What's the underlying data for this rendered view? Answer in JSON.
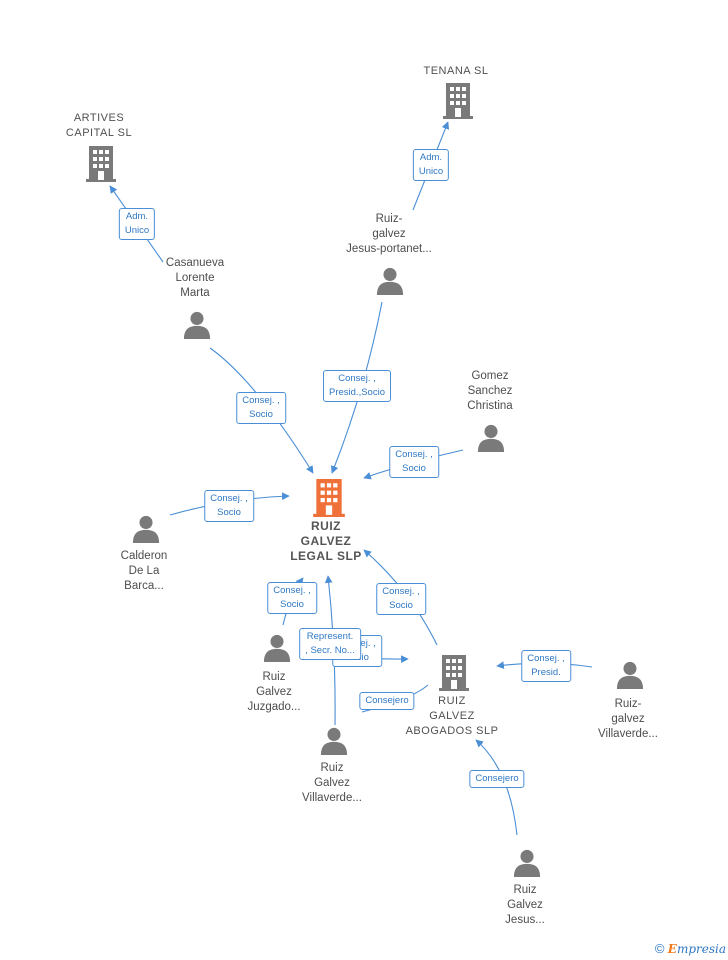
{
  "nodes": {
    "ruiz_galvez_legal": {
      "label": "RUIZ\nGALVEZ\nLEGAL  SLP",
      "type": "company-main"
    },
    "ruiz_galvez_abogados": {
      "label": "RUIZ\nGALVEZ\nABOGADOS SLP",
      "type": "company"
    },
    "artives": {
      "label": "ARTIVES\nCAPITAL  SL",
      "type": "company"
    },
    "tenana": {
      "label": "TENANA  SL",
      "type": "company"
    },
    "casanueva": {
      "label": "Casanueva\nLorente\nMarta",
      "type": "person"
    },
    "ruiz_galvez_jesus_portanet": {
      "label": "Ruiz-\ngalvez\nJesus-portanet...",
      "type": "person"
    },
    "gomez": {
      "label": "Gomez\nSanchez\nChristina",
      "type": "person"
    },
    "calderon": {
      "label": "Calderon\nDe La\nBarca...",
      "type": "person"
    },
    "ruiz_galvez_juzgado": {
      "label": "Ruiz\nGalvez\nJuzgado...",
      "type": "person"
    },
    "ruiz_galvez_villaverde": {
      "label": "Ruiz\nGalvez\nVillaverde...",
      "type": "person"
    },
    "ruiz_galvez_villaverde_2": {
      "label": "Ruiz-\ngalvez\nVillaverde...",
      "type": "person"
    },
    "ruiz_galvez_jesus": {
      "label": "Ruiz\nGalvez\nJesus...",
      "type": "person"
    }
  },
  "edges": [
    {
      "label": "Adm.\nUnico"
    },
    {
      "label": "Adm.\nUnico"
    },
    {
      "label": "Consej. ,\nSocio"
    },
    {
      "label": "Consej. ,\nPresid.,Socio"
    },
    {
      "label": "Consej. ,\nSocio"
    },
    {
      "label": "Consej. ,\nSocio"
    },
    {
      "label": "Consej. ,\nSocio"
    },
    {
      "label": "Consej. ,\nSocio"
    },
    {
      "label": "Consej. ,\nSocio"
    },
    {
      "label": "Represent.\n, Secr. No..."
    },
    {
      "label": "Consejero"
    },
    {
      "label": "Consej. ,\nPresid."
    },
    {
      "label": "Consejero"
    }
  ],
  "footer": {
    "copyright": "©",
    "brand_first": "E",
    "brand_rest": "mpresia"
  },
  "colors": {
    "main_company": "#f0703a",
    "company": "#7a7a7a",
    "person": "#7a7a7a",
    "edge": "#4a8ed6"
  }
}
